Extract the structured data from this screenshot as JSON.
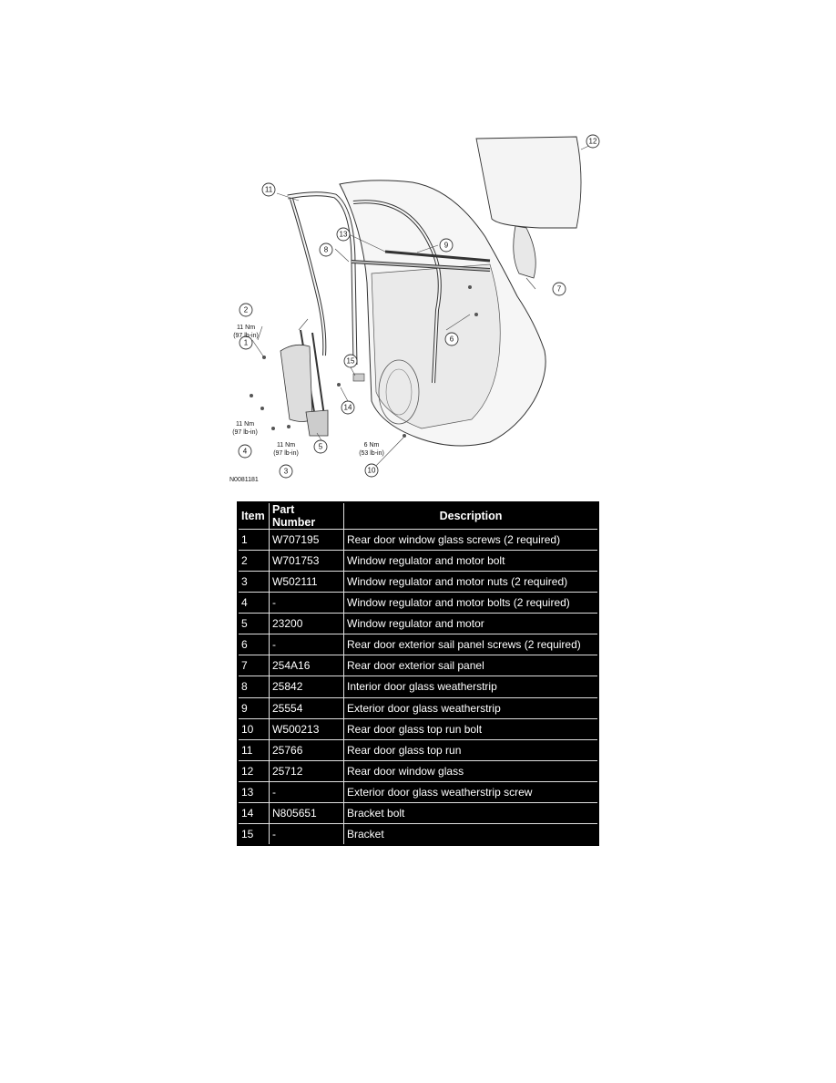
{
  "figure": {
    "id": "N0081181",
    "callouts": [
      "1",
      "2",
      "3",
      "4",
      "5",
      "6",
      "7",
      "8",
      "9",
      "10",
      "11",
      "12",
      "13",
      "14",
      "15"
    ],
    "torques": {
      "t2": {
        "nm": "11 Nm",
        "lbin": "(97 lb-in)"
      },
      "t4": {
        "nm": "11 Nm",
        "lbin": "(97 lb-in)"
      },
      "t3": {
        "nm": "11 Nm",
        "lbin": "(97 lb-in)"
      },
      "t10": {
        "nm": "6 Nm",
        "lbin": "(53 lb-in)"
      }
    }
  },
  "table": {
    "headers": [
      "Item",
      "Part Number",
      "Description"
    ],
    "rows": [
      [
        "1",
        "W707195",
        "Rear door window glass screws (2 required)"
      ],
      [
        "2",
        "W701753",
        "Window regulator and motor bolt"
      ],
      [
        "3",
        "W502111",
        "Window regulator and motor nuts (2 required)"
      ],
      [
        "4",
        "-",
        "Window regulator and motor bolts (2 required)"
      ],
      [
        "5",
        "23200",
        "Window regulator and motor"
      ],
      [
        "6",
        "-",
        "Rear door exterior sail panel screws (2 required)"
      ],
      [
        "7",
        "254A16",
        "Rear door exterior sail panel"
      ],
      [
        "8",
        "25842",
        "Interior door glass weatherstrip"
      ],
      [
        "9",
        "25554",
        "Exterior door glass weatherstrip"
      ],
      [
        "10",
        "W500213",
        "Rear door glass top run bolt"
      ],
      [
        "11",
        "25766",
        "Rear door glass top run"
      ],
      [
        "12",
        "25712",
        "Rear door window glass"
      ],
      [
        "13",
        "-",
        "Exterior door glass weatherstrip screw"
      ],
      [
        "14",
        "N805651",
        "Bracket bolt"
      ],
      [
        "15",
        "-",
        "Bracket"
      ]
    ]
  }
}
